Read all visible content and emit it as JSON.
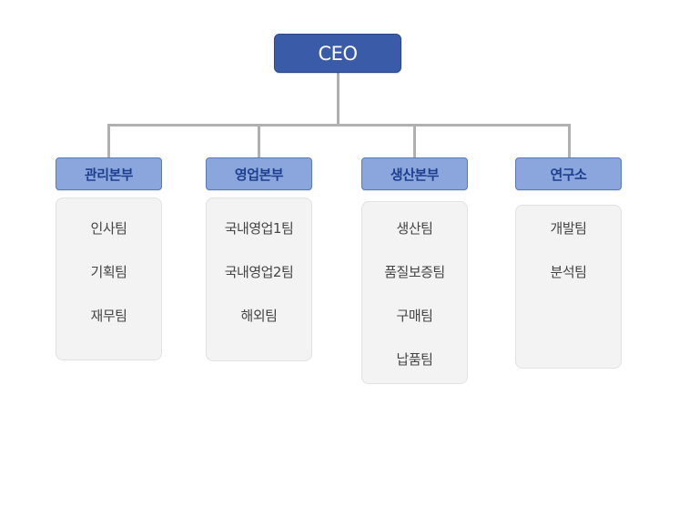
{
  "colors": {
    "ceo_fill": "#3a5ba8",
    "dept_fill": "#8aa6dc",
    "dept_text": "#1e3f8f",
    "team_box_fill": "#f3f3f3",
    "connector": "#b0b0b0"
  },
  "ceo": {
    "label": "CEO"
  },
  "departments": [
    {
      "label": "관리본부",
      "teams": [
        "인사팀",
        "기획팀",
        "재무팀"
      ]
    },
    {
      "label": "영업본부",
      "teams": [
        "국내영업1팀",
        "국내영업2팀",
        "해외팀"
      ]
    },
    {
      "label": "생산본부",
      "teams": [
        "생산팀",
        "품질보증팀",
        "구매팀",
        "납품팀"
      ]
    },
    {
      "label": "연구소",
      "teams": [
        "개발팀",
        "분석팀"
      ]
    }
  ]
}
